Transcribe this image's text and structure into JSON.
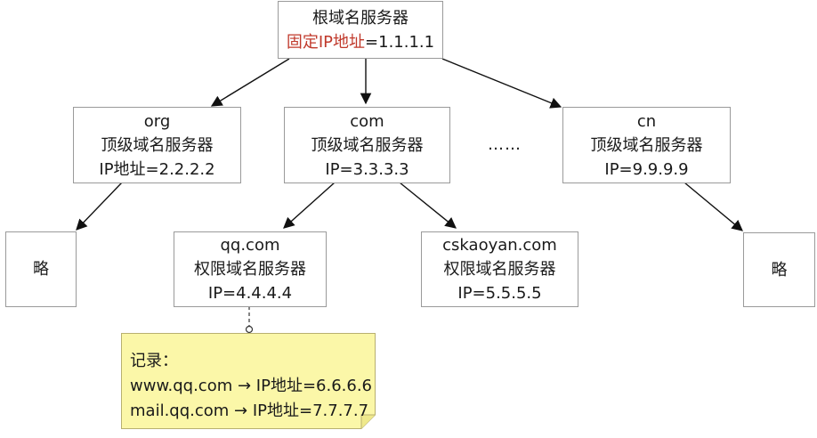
{
  "root": {
    "title": "根域名服务器",
    "ip_label": "固定IP地址",
    "ip_value": "=1.1.1.1"
  },
  "tld": [
    {
      "name": "org",
      "type": "顶级域名服务器",
      "ip": "IP地址=2.2.2.2"
    },
    {
      "name": "com",
      "type": "顶级域名服务器",
      "ip": "IP=3.3.3.3"
    },
    {
      "name": "cn",
      "type": "顶级域名服务器",
      "ip": "IP=9.9.9.9"
    }
  ],
  "ellipsis": "……",
  "authoritative": [
    {
      "name": "qq.com",
      "type": "权限域名服务器",
      "ip": "IP=4.4.4.4"
    },
    {
      "name": "cskaoyan.com",
      "type": "权限域名服务器",
      "ip": "IP=5.5.5.5"
    }
  ],
  "omitted": [
    "略",
    "略"
  ],
  "note": {
    "heading": "记录：",
    "records": [
      "www.qq.com → IP地址=6.6.6.6",
      "mail.qq.com → IP地址=7.7.7.7"
    ]
  },
  "colors": {
    "highlight": "#c0392b",
    "note_fill": "#fbf7a8",
    "note_border": "#b8b070",
    "box_border": "#9a9a9a"
  }
}
